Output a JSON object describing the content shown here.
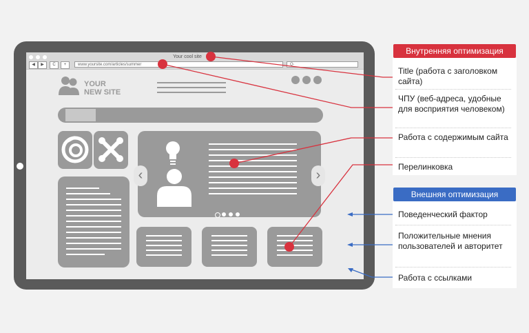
{
  "browser": {
    "tab_title": "Your cool site",
    "url": "www.yoursite.com/articles/summer",
    "search_icon_glyph": "Q·",
    "back_glyph": "◀",
    "forward_glyph": "▶",
    "reload_glyph": "C",
    "add_glyph": "+"
  },
  "site": {
    "logo_line1": "YOUR",
    "logo_line2": "NEW SITE"
  },
  "internal": {
    "header": "Внутренняя оптимизация",
    "color": "#d8323e",
    "items": [
      "Title (работа с заголовком сайта)",
      "ЧПУ (веб-адреса, удобные для восприятия человеком)",
      "Работа с содержимым сайта",
      "Перелинковка"
    ]
  },
  "external": {
    "header": "Внешняя оптимизация",
    "color": "#3a6cc4",
    "items": [
      "Поведенческий фактор",
      "Положительные мнения пользователей и авторитет",
      "Работа с ссылками"
    ]
  },
  "carousel": {
    "prev_glyph": "‹",
    "next_glyph": "›"
  }
}
